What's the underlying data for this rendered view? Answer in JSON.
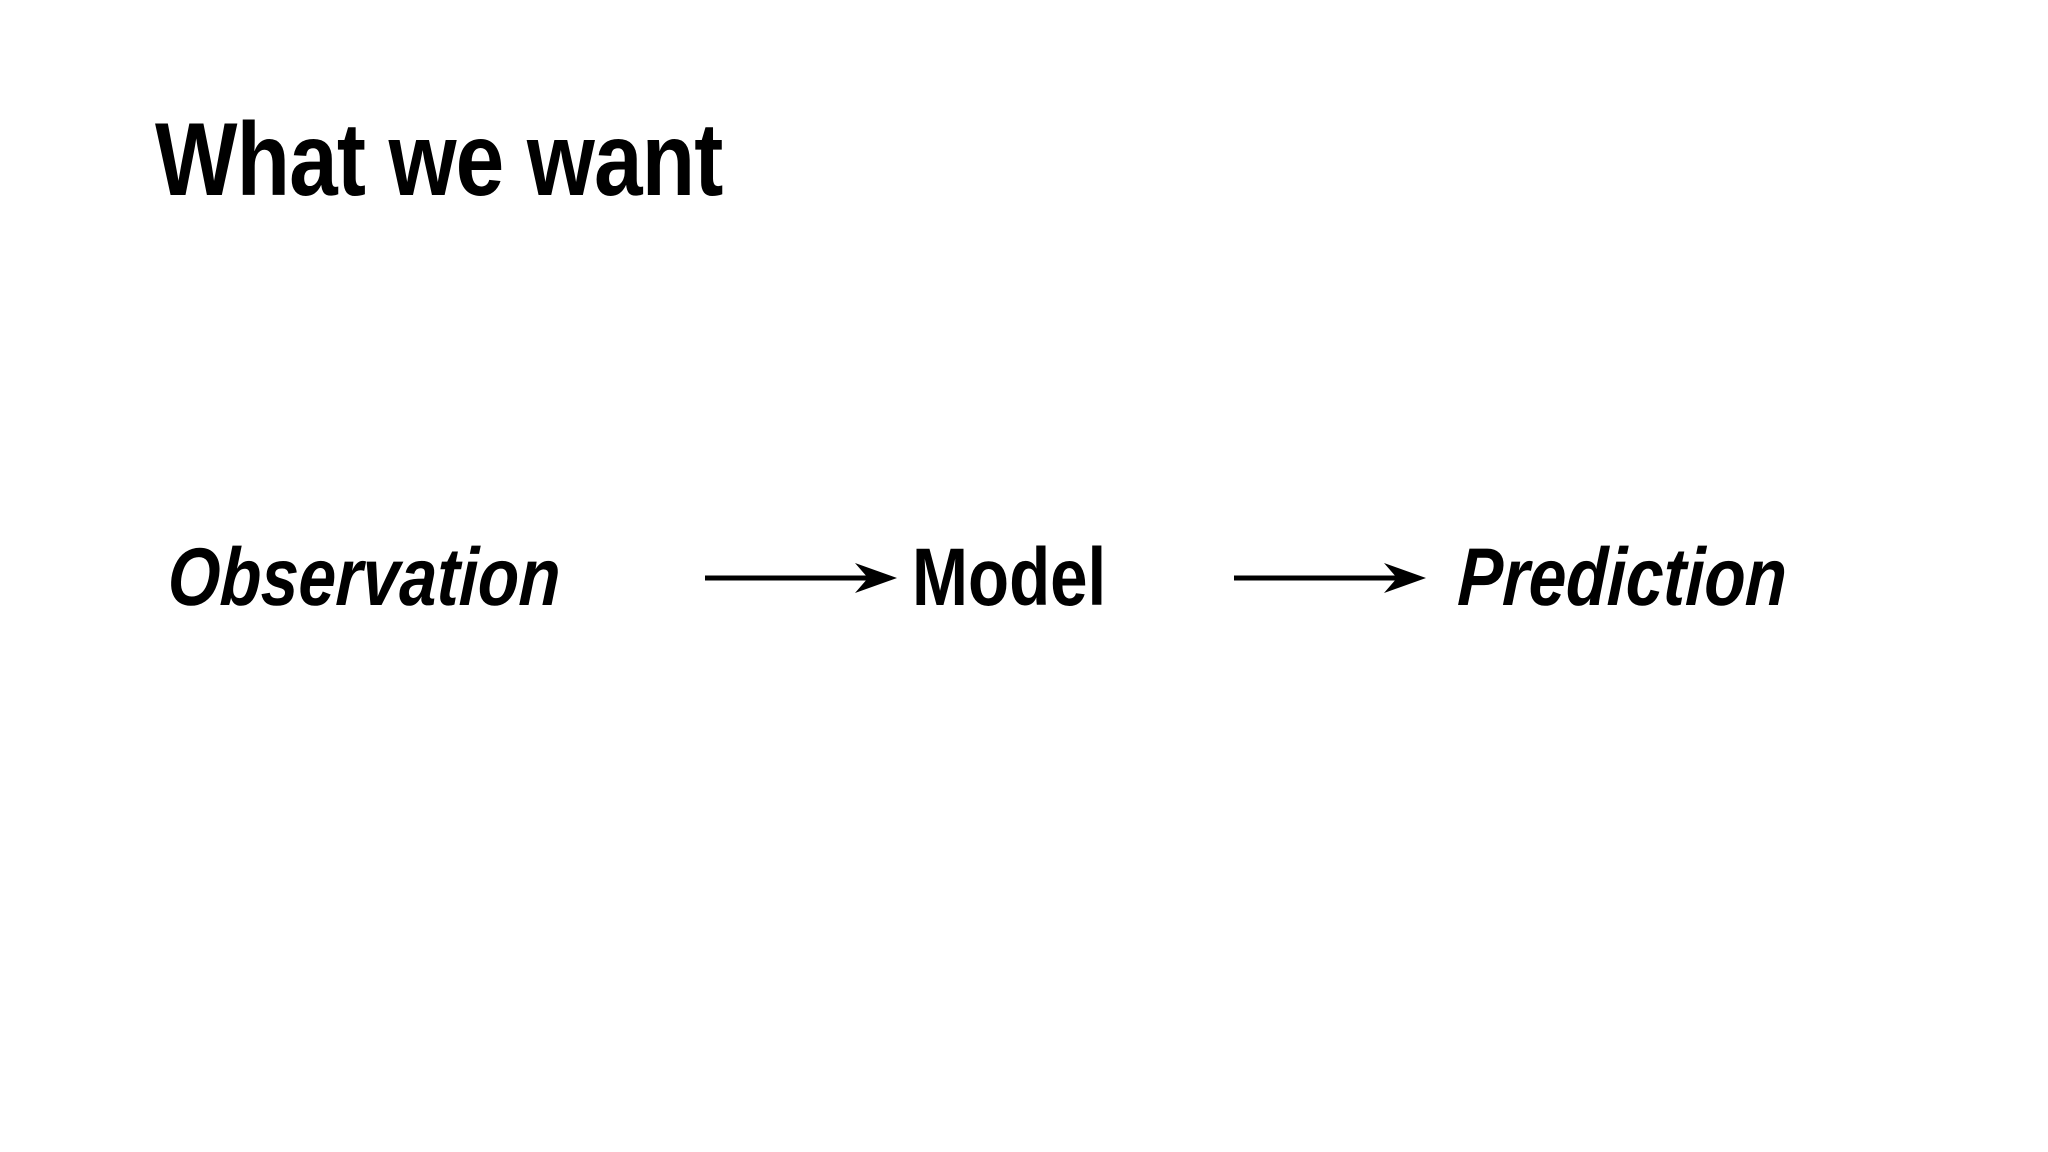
{
  "slide": {
    "background_color": "#ffffff",
    "text_color": "#000000",
    "title": "What we want"
  },
  "flow": {
    "nodes": [
      {
        "id": "observation",
        "label": "Observation",
        "style": "bold-italic"
      },
      {
        "id": "model",
        "label": "Model",
        "style": "bold-upright"
      },
      {
        "id": "prediction",
        "label": "Prediction",
        "style": "bold-italic"
      }
    ],
    "arrows": [
      {
        "id": "arrow-observation-to-model",
        "icon": "arrow-right-icon",
        "from": "Observation",
        "to": "Model"
      },
      {
        "id": "arrow-model-to-prediction",
        "icon": "arrow-right-icon",
        "from": "Model",
        "to": "Prediction"
      }
    ]
  }
}
